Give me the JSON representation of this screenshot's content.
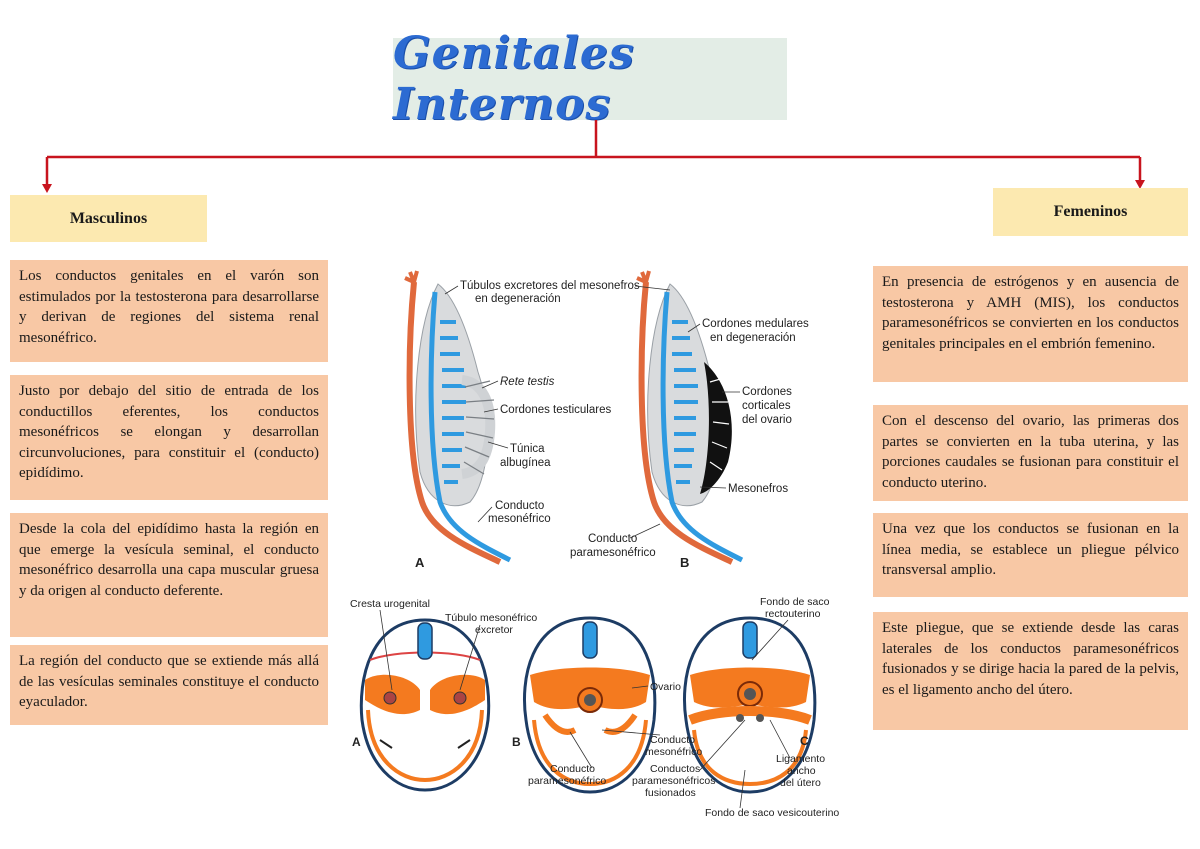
{
  "title": "Genitales Internos",
  "categories": {
    "left": "Masculinos",
    "right": "Femeninos"
  },
  "left_boxes": [
    "Los conductos genitales en el varón son estimulados por la testosterona para desarrollarse y derivan de regiones del sistema renal mesonéfrico.",
    "Justo por debajo del sitio de entrada de los conductillos eferentes, los conductos mesonéfricos se elongan y desarrollan circunvoluciones, para constituir el (conducto) epidídimo.",
    "Desde la cola del epidídimo hasta la región en que emerge la vesícula seminal, el conducto mesonéfrico desarrolla una capa muscular gruesa y da origen al conducto deferente.",
    "La región del conducto que se extiende más allá de las vesículas seminales constituye el conducto eyaculador."
  ],
  "right_boxes": [
    "En presencia de estrógenos y en ausencia de testosterona y AMH (MIS), los conductos paramesonéfricos se convierten en los conductos genitales principales en el embrión femenino.",
    "Con el descenso del ovario, las primeras dos partes se convierten en la tuba uterina, y las porciones caudales se fusionan para constituir el conducto uterino.",
    "Una vez que los conductos se fusionan en la línea media, se establece un pliegue pélvico transversal amplio.",
    "Este pliegue, que se extiende desde las caras laterales de los conductos paramesonéfricos fusionados y se dirige hacia la pared de la pelvis, es el ligamento ancho del útero."
  ],
  "figure_top": {
    "labels": {
      "tubulos_1": "Túbulos excretores del mesonefros",
      "tubulos_2": "en degeneración",
      "rete_testis": "Rete testis",
      "cordones_testiculares": "Cordones testiculares",
      "tunica_1": "Túnica",
      "tunica_2": "albugínea",
      "conducto_meso_1": "Conducto",
      "conducto_meso_2": "mesonéfrico",
      "conducto_para_1": "Conducto",
      "conducto_para_2": "paramesonéfrico",
      "cordones_med_1": "Cordones medulares",
      "cordones_med_2": "en degeneración",
      "cordones_cort_1": "Cordones",
      "cordones_cort_2": "corticales",
      "cordones_cort_3": "del ovario",
      "mesonefros": "Mesonefros",
      "panel_a": "A",
      "panel_b": "B"
    }
  },
  "figure_bottom": {
    "labels": {
      "cresta": "Cresta urogenital",
      "tubulo_1": "Túbulo mesonéfrico",
      "tubulo_2": "excretor",
      "fondo_recto_1": "Fondo de saco",
      "fondo_recto_2": "rectouterino",
      "ovario": "Ovario",
      "conducto_meso_1": "Conducto",
      "conducto_meso_2": "mesonéfrico",
      "conductos_fus_1": "Conductos",
      "conductos_fus_2": "paramesonéfricos",
      "conductos_fus_3": "fusionados",
      "conducto_para_1": "Conducto",
      "conducto_para_2": "paramesonéfrico",
      "ligamento_1": "Ligamento",
      "ligamento_2": "ancho",
      "ligamento_3": "del útero",
      "fondo_vesico": "Fondo de saco vesicouterino",
      "panel_a": "A",
      "panel_b": "B",
      "panel_c": "C"
    }
  },
  "colors": {
    "connector": "#c8141e",
    "title_text": "#2c6bd2",
    "title_bg": "#e3ede6",
    "category_bg": "#fce9b0",
    "box_bg": "#f8c8a5",
    "mesonephric_blue": "#2f9ae0",
    "paramesonephric_orange": "#e0693c",
    "tissue_orange": "#f47a1f"
  }
}
